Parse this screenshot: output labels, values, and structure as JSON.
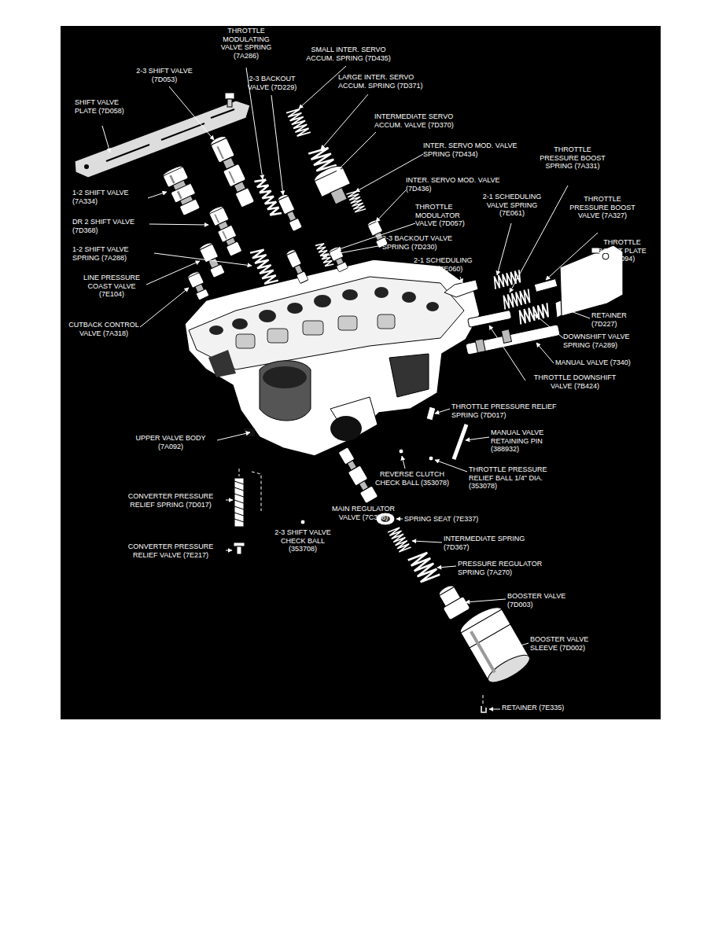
{
  "diagram": {
    "labels": [
      "THROTTLE MODULATING VALVE SPRING (7A286)",
      "SMALL INTER. SERVO ACCUM. SPRING (7D435)",
      "2-3 SHIFT VALVE (7D053)",
      "2-3 BACKOUT VALVE (7D229)",
      "LARGE INTER. SERVO ACCUM. SPRING (7D371)",
      "SHIFT VALVE PLATE (7D058)",
      "INTERMEDIATE SERVO ACCUM. VALVE (7D370)",
      "INTER. SERVO MOD. VALVE SPRING (7D434)",
      "THROTTLE PRESSURE BOOST SPRING (7A331)",
      "INTER. SERVO MOD. VALVE (7D436)",
      "2-1 SCHEDULING VALVE SPRING (7E061)",
      "THROTTLE PRESSURE BOOST VALVE (7A327)",
      "1-2 SHIFT VALVE (7A334)",
      "THROTTLE MODULATOR VALVE (7D057)",
      "DR 2 SHIFT VALVE (7D368)",
      "THROTTLE BOOST PLATE (7D094)",
      "2-3 BACKOUT VALVE SPRING (7D230)",
      "1-2 SHIFT VALVE SPRING (7A288)",
      "2-1 SCHEDULING VALVE (7E060)",
      "LINE PRESSURE COAST VALVE (7E104)",
      "RETAINER (7D227)",
      "CUTBACK CONTROL VALVE (7A318)",
      "DOWNSHIFT VALVE SPRING (7A289)",
      "MANUAL VALVE (7340)",
      "THROTTLE DOWNSHIFT VALVE (7B424)",
      "THROTTLE PRESSURE RELIEF SPRING (7D017)",
      "UPPER VALVE BODY (7A092)",
      "MANUAL VALVE RETAINING PIN (388932)",
      "THROTTLE PRESSURE RELIEF BALL 1/4\" DIA. (353078)",
      "REVERSE CLUTCH CHECK BALL (353078)",
      "CONVERTER PRESSURE RELIEF SPRING (7D017)",
      "SPRING SEAT (7E337)",
      "MAIN REGULATOR VALVE (7C388)",
      "INTERMEDIATE SPRING (7D367)",
      "CONVERTER PRESSURE RELIEF VALVE (7E217)",
      "2-3 SHIFT VALVE CHECK BALL (353708)",
      "PRESSURE REGULATOR SPRING (7A270)",
      "BOOSTER VALVE (7D003)",
      "BOOSTER VALVE SLEEVE (7D002)",
      "RETAINER (7E335)"
    ]
  }
}
